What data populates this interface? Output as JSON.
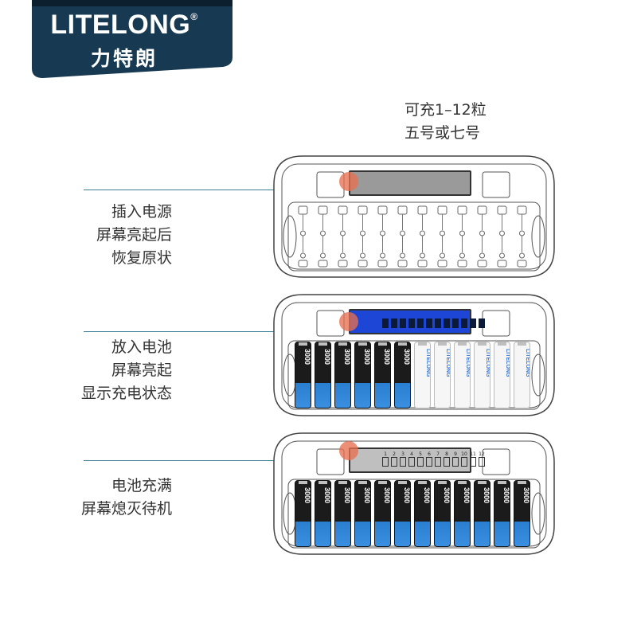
{
  "brand": {
    "name_en": "LITELONG",
    "reg_mark": "®",
    "name_cn": "力特朗",
    "color": "#173a52"
  },
  "capacity_note": {
    "line1": "可充1–12粒",
    "line2": "五号或七号"
  },
  "states": [
    {
      "note": [
        "插入电源",
        "屏幕亮起后",
        "恢复原状"
      ],
      "screen": "off",
      "batteries": "none"
    },
    {
      "note": [
        "放入电池",
        "屏幕亮起",
        "显示充电状态"
      ],
      "screen": "on",
      "batteries": "half"
    },
    {
      "note": [
        "电池充满",
        "屏幕熄灭待机"
      ],
      "screen": "standby",
      "batteries": "full"
    }
  ],
  "battery_label": "3000",
  "battery_brand": "LITELONG",
  "slot_numbers": [
    "1",
    "2",
    "3",
    "4",
    "5",
    "6",
    "7",
    "8",
    "9",
    "10",
    "11",
    "12"
  ],
  "colors": {
    "leader": "#3f7f95",
    "marker": "#e86e50",
    "lcd_on": "#1e46d6",
    "battery_blue": "#2a7ed0"
  }
}
